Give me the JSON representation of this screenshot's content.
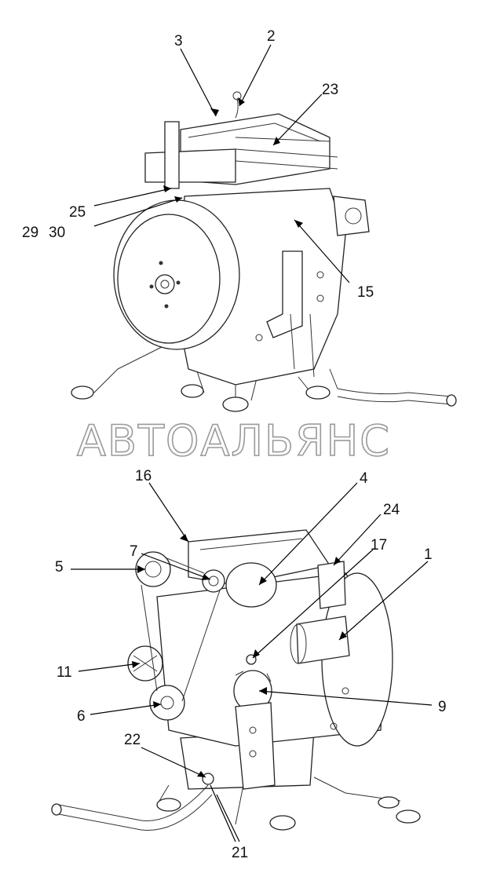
{
  "watermark": "АВТОАЛЬЯНС",
  "top_view": {
    "callouts": [
      "3",
      "2",
      "23",
      "25",
      "29",
      "30",
      "15"
    ]
  },
  "bottom_view": {
    "callouts": [
      "16",
      "4",
      "24",
      "7",
      "17",
      "1",
      "5",
      "11",
      "6",
      "9",
      "22",
      "21"
    ]
  }
}
